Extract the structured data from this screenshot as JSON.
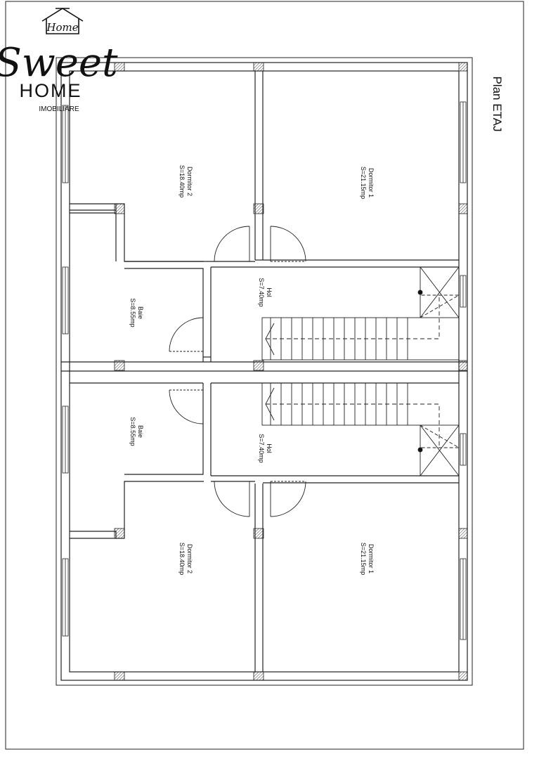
{
  "logo": {
    "roof_text": "Home",
    "script_text": "Sweet",
    "caps_text": "HOME",
    "sub_text": "IMOBILIARE"
  },
  "plan": {
    "title": "Plan ETAJ",
    "rooms": {
      "dormitor1_top": {
        "name": "Dormitor 1",
        "area": "S=21.15mp"
      },
      "dormitor2_top": {
        "name": "Dormitor 2",
        "area": "S=18.40mp"
      },
      "baie_top": {
        "name": "Baie",
        "area": "S=8.55mp"
      },
      "hol_top": {
        "name": "Hol",
        "area": "S=7.40mp"
      },
      "dormitor1_bottom": {
        "name": "Dormitor 1",
        "area": "S=21.15mp"
      },
      "dormitor2_bottom": {
        "name": "Dormitor 2",
        "area": "S=18.40mp"
      },
      "baie_bottom": {
        "name": "Baie",
        "area": "S=8.55mp"
      },
      "hol_bottom": {
        "name": "Hol",
        "area": "S=7.40mp"
      }
    }
  }
}
